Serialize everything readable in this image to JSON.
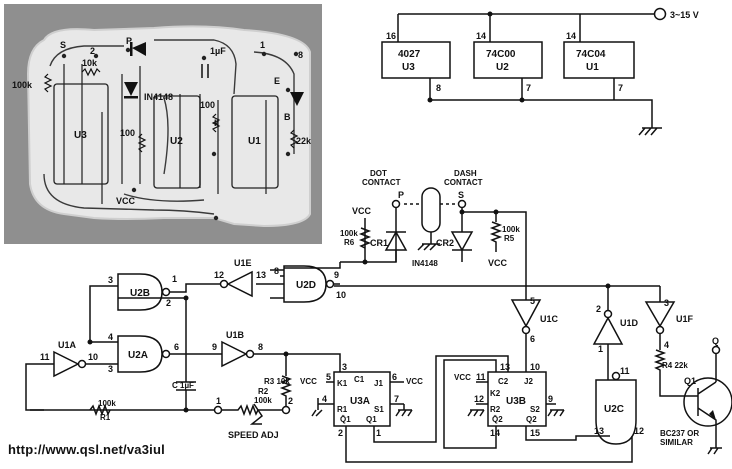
{
  "pcb_labels": {
    "s": "S",
    "n2": "2",
    "p": "P",
    "n1": "1",
    "n8": "8",
    "r10k": "10k",
    "cap": "1µF",
    "diode": "IN4148",
    "e": "E",
    "r100k": "100k",
    "r100a": "100",
    "r100b": "100",
    "u3": "U3",
    "u2": "U2",
    "u1": "U1",
    "k": "k",
    "r22k": "22k",
    "vcc": "VCC",
    "b": "B"
  },
  "supply": {
    "voltage": "3~15 V",
    "chips": [
      {
        "pin_top": "16",
        "name": "4027",
        "ref": "U3",
        "pin_bottom": "8"
      },
      {
        "pin_top": "14",
        "name": "74C00",
        "ref": "U2",
        "pin_bottom": "7"
      },
      {
        "pin_top": "14",
        "name": "74C04",
        "ref": "U1",
        "pin_bottom": "7"
      }
    ]
  },
  "contacts": {
    "dot": "DOT\nCONTACT",
    "dot_pin": "P",
    "dash": "DASH\nCONTACT",
    "dash_pin": "S",
    "vcc_left": "VCC",
    "r6": "100k\nR6",
    "cr1": "CR1",
    "cr2": "CR2",
    "diode": "IN4148",
    "r5": "100k\nR5",
    "vcc_right": "VCC"
  },
  "gates": {
    "u1e": "U1E",
    "u1e_in": "12",
    "u1e_out": "13",
    "u2d": "U2D",
    "u2d_pin8": "8",
    "u2d_pin9": "9",
    "u2d_pin10": "10",
    "u2b": "U2B",
    "u2b_pin3": "3",
    "u2b_pin1": "1",
    "u2b_pin2": "2",
    "u2a": "U2A",
    "u2a_pin4": "4",
    "u2a_pin3": "3",
    "u2a_pin6": "6",
    "u1a": "U1A",
    "u1a_in": "11",
    "u1a_out": "10",
    "u1b": "U1B",
    "u1b_in": "9",
    "u1b_out": "8",
    "u1c": "U1C",
    "u1c_in": "5",
    "u1c_out": "6",
    "u1d": "U1D",
    "u1d_in": "1",
    "u1d_out": "2",
    "u1f": "U1F",
    "u1f_in": "3",
    "u1f_out": "4",
    "u2c": "U2C",
    "u2c_in1": "13",
    "u2c_in2": "12",
    "u2c_out": "11"
  },
  "timing": {
    "cap": "C 1µF",
    "r1": "100k\nR1",
    "r3": "R3 10k",
    "r2": "R2\n100k",
    "pin1": "1",
    "pin2": "2",
    "speed": "SPEED ADJ"
  },
  "u3a": {
    "name": "U3A",
    "vcc_l": "VCC",
    "pin5": "5",
    "k1": "K1",
    "c1": "C1",
    "j1": "J1",
    "pin3": "3",
    "pin6": "6",
    "vcc_r": "VCC",
    "pin4": "4",
    "r1": "R1",
    "s1": "S1",
    "pin7": "7",
    "q1b": "Q̄1",
    "q1": "Q1",
    "pin2": "2",
    "pin1": "1"
  },
  "u3b": {
    "name": "U3B",
    "vcc": "VCC",
    "pin11": "11",
    "pin13": "13",
    "pin10": "10",
    "c2": "C2",
    "j2": "J2",
    "k2": "K2",
    "pin12": "12",
    "r2": "R2",
    "s2": "S2",
    "pin9": "9",
    "q2b": "Q̄2",
    "q2": "Q2",
    "pin14": "14",
    "pin15": "15"
  },
  "output": {
    "r4": "R4 22k",
    "q1": "Q1",
    "q_pin": "Q",
    "transistor": "BC237 OR\nSIMILAR"
  },
  "footer_url": "http://www.qsl.net/va3iul"
}
